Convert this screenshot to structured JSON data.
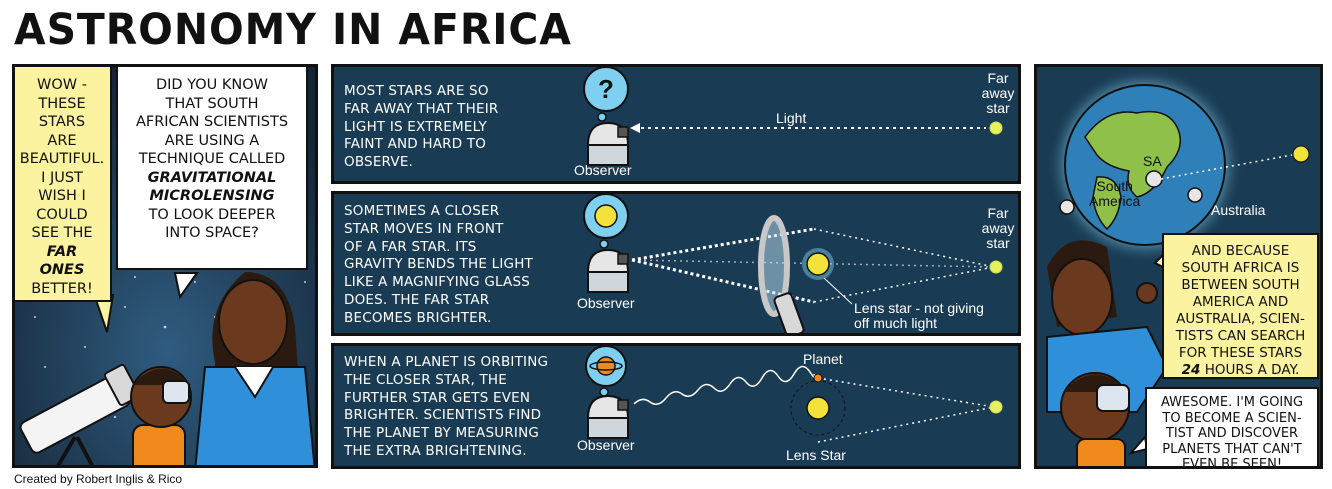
{
  "title": "ASTRONOMY IN AFRICA",
  "credit": "Created by Robert Inglis & Rico",
  "panel1": {
    "girl_bubble": {
      "line1": "WOW -",
      "line2": "THESE",
      "line3": "STARS",
      "line4": "ARE",
      "line5": "BEAUTIFUL.",
      "line6": "I JUST",
      "line7": "WISH I",
      "line8": "COULD",
      "line9": "SEE THE",
      "emph1": "FAR",
      "emph2": "ONES",
      "line10": "BETTER!"
    },
    "woman_bubble": {
      "line1": "DID YOU KNOW",
      "line2": "THAT SOUTH",
      "line3": "AFRICAN SCIENTISTS",
      "line4": "ARE USING A",
      "line5": "TECHNIQUE CALLED",
      "emph1": "GRAVITATIONAL",
      "emph2": "MICROLENSING",
      "line6": "TO LOOK DEEPER",
      "line7": "INTO SPACE?"
    }
  },
  "panel2": {
    "text": [
      "MOST STARS ARE SO",
      "FAR AWAY THAT THEIR",
      "LIGHT IS EXTREMELY",
      "FAINT AND HARD TO",
      "OBSERVE."
    ],
    "observer": "Observer",
    "light": "Light",
    "far_star": [
      "Far",
      "away",
      "star"
    ],
    "bubble_symbol": "?"
  },
  "panel3": {
    "text": [
      "SOMETIMES A CLOSER",
      "STAR MOVES IN FRONT",
      "OF A FAR STAR. ITS",
      "GRAVITY BENDS THE LIGHT",
      "LIKE A MAGNIFYING GLASS",
      "DOES. THE FAR STAR",
      "BECOMES BRIGHTER."
    ],
    "observer": "Observer",
    "far_star": [
      "Far",
      "away",
      "star"
    ],
    "lens_star": [
      "Lens star - not giving",
      "off much light"
    ]
  },
  "panel4": {
    "text": [
      "WHEN A PLANET IS ORBITING",
      "THE CLOSER STAR, THE",
      "FURTHER STAR GETS EVEN",
      "BRIGHTER. SCIENTISTS FIND",
      "THE PLANET BY MEASURING",
      "THE EXTRA BRIGHTENING."
    ],
    "observer": "Observer",
    "planet": "Planet",
    "lens_star": "Lens Star"
  },
  "panel5": {
    "sa": "SA",
    "south_america": [
      "South",
      "America"
    ],
    "australia": "Australia",
    "woman_bubble": {
      "line1": "AND BECAUSE",
      "line2": "SOUTH AFRICA IS",
      "line3": "BETWEEN SOUTH",
      "line4": "AMERICA AND",
      "line5": "AUSTRALIA, SCIEN-",
      "line6": "TISTS CAN SEARCH",
      "line7": "FOR THESE STARS",
      "emph": "24",
      "line8": "HOURS A DAY."
    },
    "boy_bubble": {
      "line1": "AWESOME. I'M GOING",
      "line2": "TO BECOME A SCIEN-",
      "line3": "TIST AND DISCOVER",
      "line4": "PLANETS THAT CAN'T",
      "line5": "EVEN BE SEEN!"
    }
  },
  "colors": {
    "panel_bg": "#1a3b54",
    "yellow_balloon": "#fbf3a0",
    "star": "#e8f060",
    "skin": "#6b3a1e",
    "jacket": "#2f8fd8"
  }
}
